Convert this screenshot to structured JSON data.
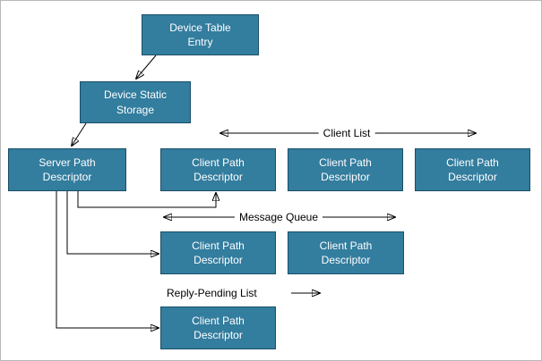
{
  "diagram": {
    "nodes": [
      {
        "name": "device-table-entry",
        "label": "Device Table Entry"
      },
      {
        "name": "device-static-storage",
        "label": "Device Static Storage"
      },
      {
        "name": "server-path-descriptor",
        "label": "Server Path Descriptor"
      },
      {
        "name": "client-path-descriptor-list-1",
        "label": "Client Path Descriptor"
      },
      {
        "name": "client-path-descriptor-list-2",
        "label": "Client Path Descriptor"
      },
      {
        "name": "client-path-descriptor-list-3",
        "label": "Client Path Descriptor"
      },
      {
        "name": "client-path-descriptor-queue-1",
        "label": "Client Path Descriptor"
      },
      {
        "name": "client-path-descriptor-queue-2",
        "label": "Client Path Descriptor"
      },
      {
        "name": "client-path-descriptor-reply-1",
        "label": "Client Path Descriptor"
      }
    ],
    "edge_labels": {
      "client_list": "Client List",
      "message_queue": "Message Queue",
      "reply_pending_list": "Reply-Pending List"
    },
    "colors": {
      "node_fill": "#337d9e",
      "node_border": "#1a4f68",
      "node_text": "#ffffff",
      "connector": "#000000",
      "background": "#ffffff"
    }
  }
}
